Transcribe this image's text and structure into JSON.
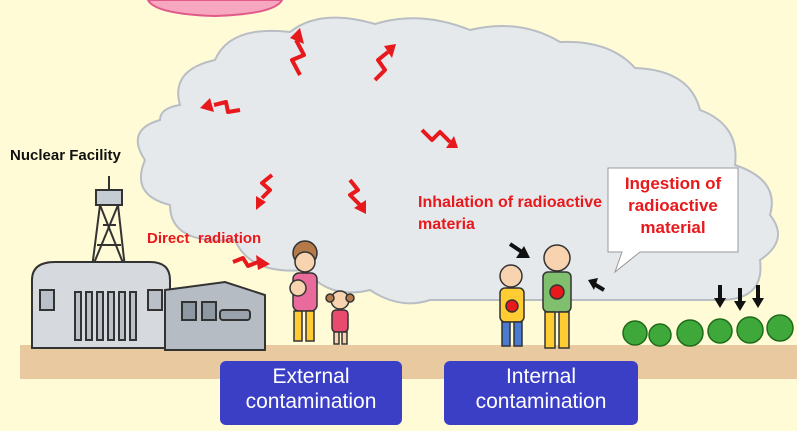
{
  "labels": {
    "facility": "Nuclear Facility",
    "direct": "Direct  radiation",
    "inhalation": "Inhalation of radioactive materia",
    "ingestion": "Ingestion of radioactive material",
    "external": "External contamination",
    "internal": "Internal contamination"
  },
  "colors": {
    "background": "#fffbd6",
    "cloud": "#e6e9ec",
    "arrow_red": "#e8191c",
    "box_blue": "#3b3fc6",
    "ground": "#e8c9a0"
  }
}
